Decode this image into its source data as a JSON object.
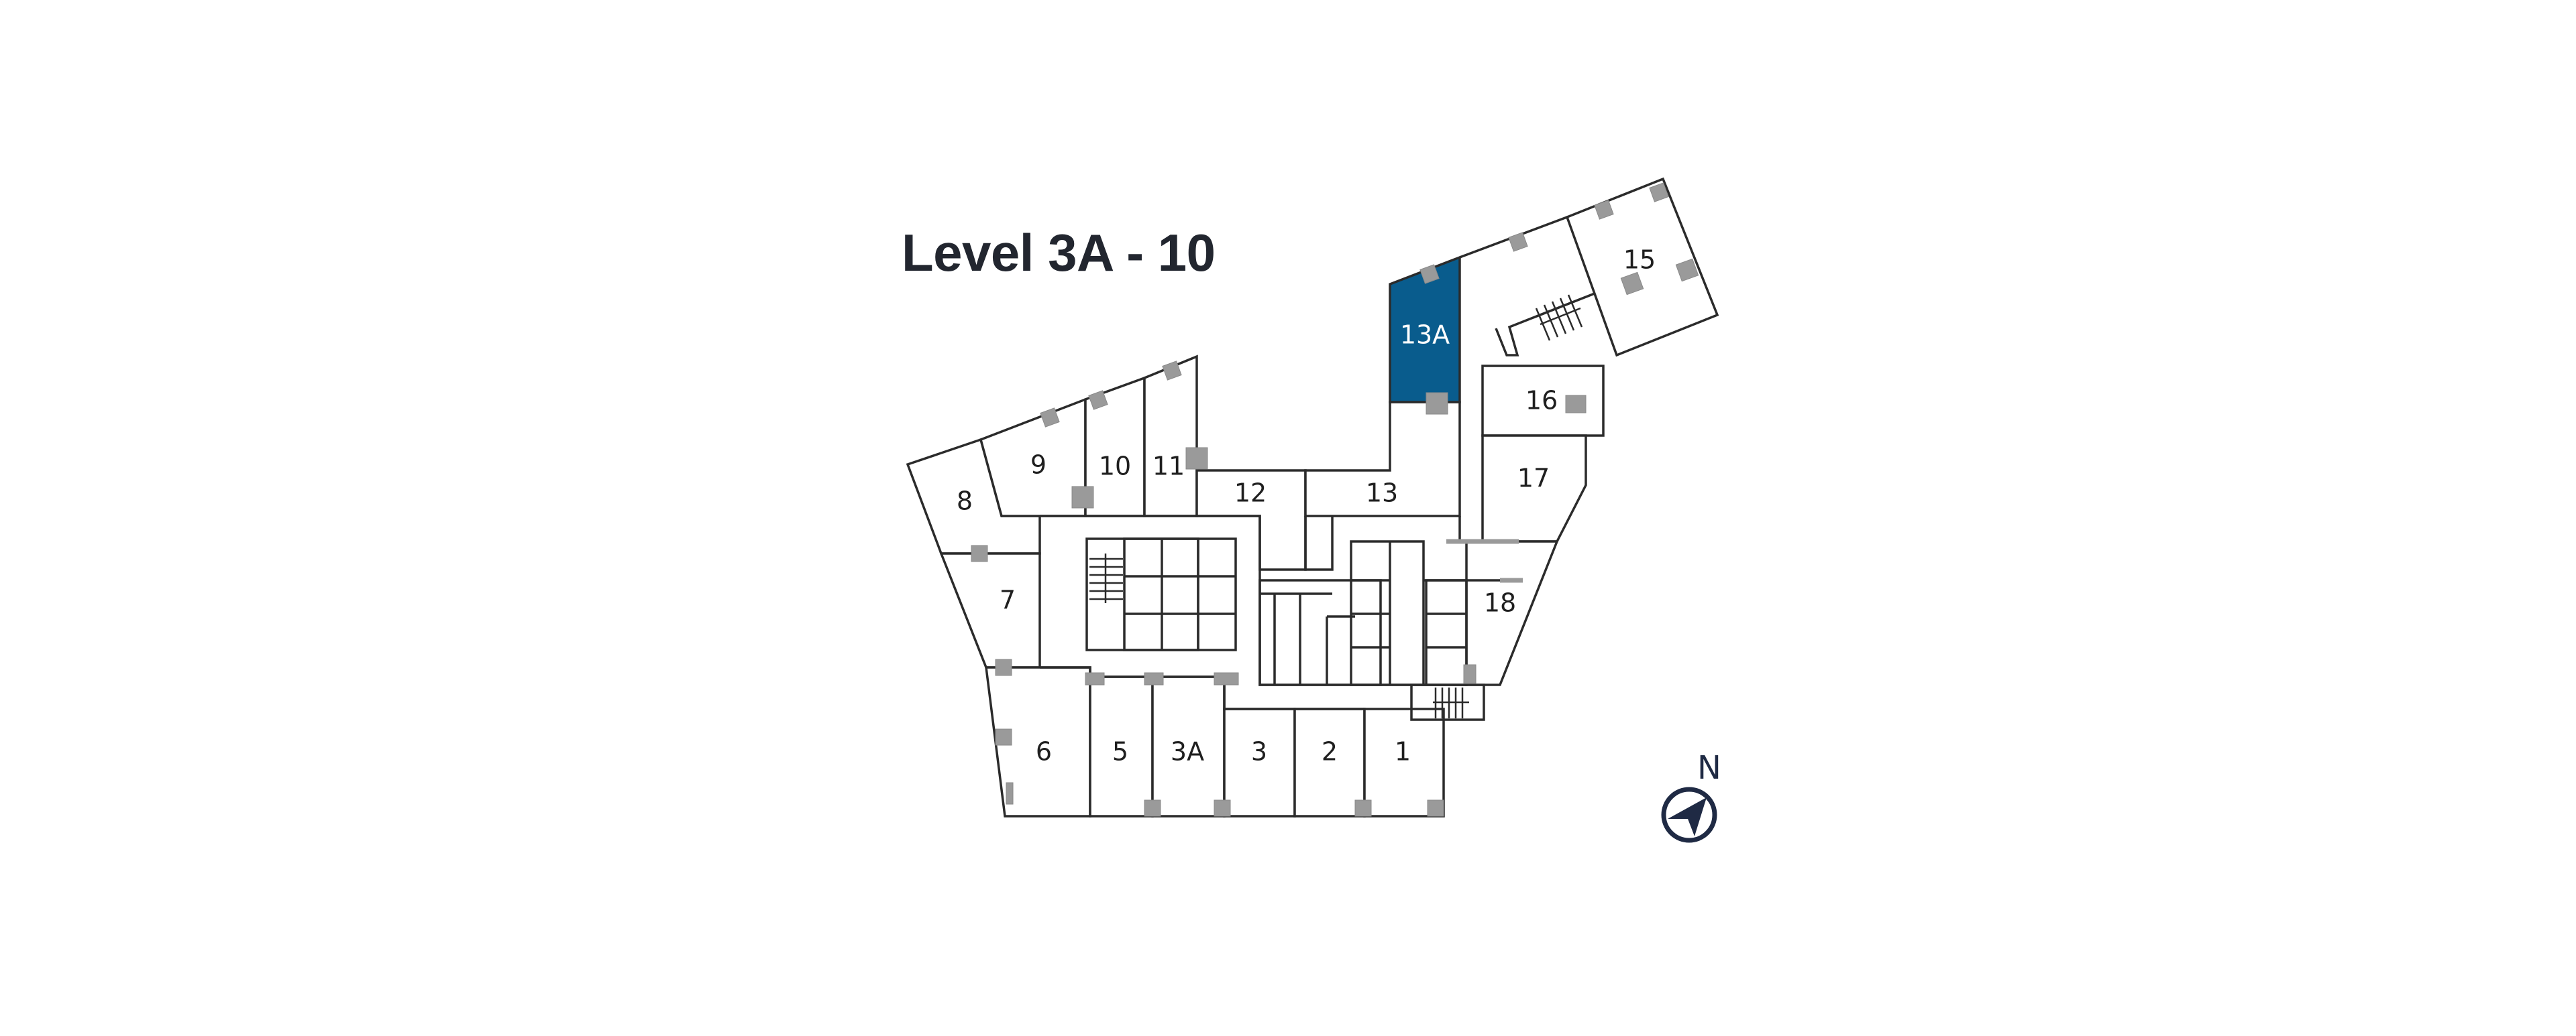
{
  "page": {
    "title": "Level 3A - 10"
  },
  "highlight": {
    "unit": "13A",
    "color": "#095c8d"
  },
  "units": [
    {
      "id": "1",
      "label": "1"
    },
    {
      "id": "2",
      "label": "2"
    },
    {
      "id": "3",
      "label": "3"
    },
    {
      "id": "3A",
      "label": "3A"
    },
    {
      "id": "5",
      "label": "5"
    },
    {
      "id": "6",
      "label": "6"
    },
    {
      "id": "7",
      "label": "7"
    },
    {
      "id": "8",
      "label": "8"
    },
    {
      "id": "9",
      "label": "9"
    },
    {
      "id": "10",
      "label": "10"
    },
    {
      "id": "11",
      "label": "11"
    },
    {
      "id": "12",
      "label": "12"
    },
    {
      "id": "13",
      "label": "13"
    },
    {
      "id": "13A",
      "label": "13A"
    },
    {
      "id": "15",
      "label": "15"
    },
    {
      "id": "16",
      "label": "16"
    },
    {
      "id": "17",
      "label": "17"
    },
    {
      "id": "18",
      "label": "18"
    }
  ],
  "compass": {
    "label": "N"
  }
}
